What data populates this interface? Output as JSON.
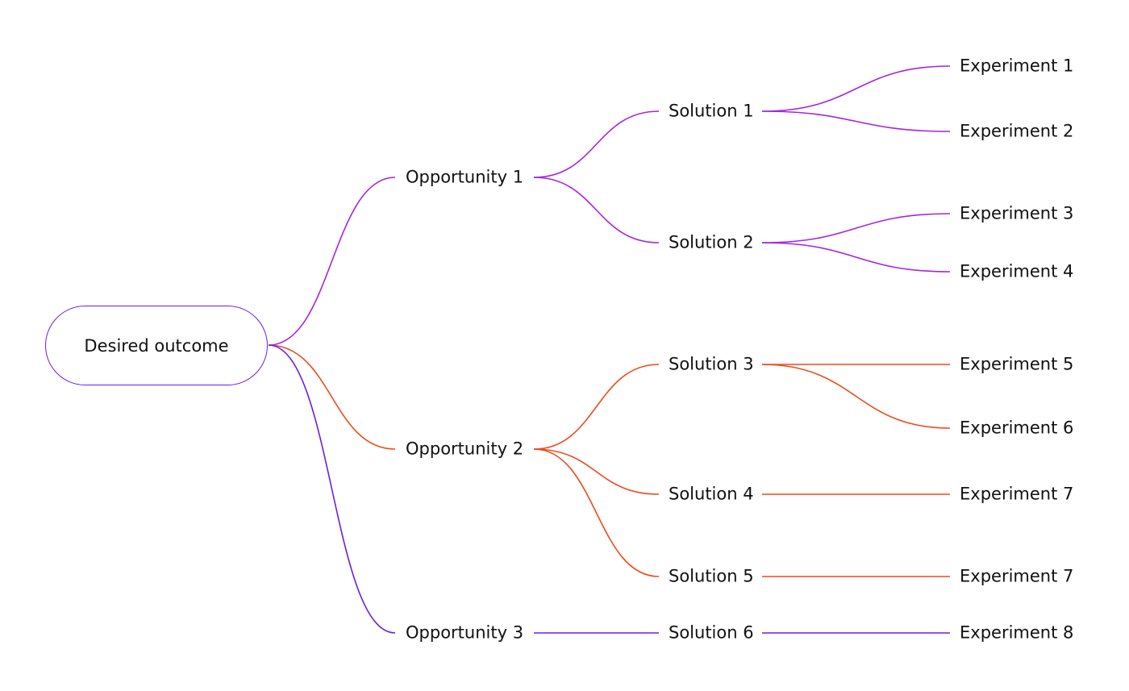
{
  "colors": {
    "purple": "#a523e0",
    "orange": "#ec4a1c",
    "violet": "#6a1ee8"
  },
  "root": {
    "label": "Desired outcome"
  },
  "opportunities": [
    {
      "id": "o1",
      "label": "Opportunity 1",
      "color": "purple"
    },
    {
      "id": "o2",
      "label": "Opportunity 2",
      "color": "orange"
    },
    {
      "id": "o3",
      "label": "Opportunity 3",
      "color": "violet"
    }
  ],
  "solutions": [
    {
      "id": "s1",
      "label": "Solution 1",
      "parent": "o1"
    },
    {
      "id": "s2",
      "label": "Solution 2",
      "parent": "o1"
    },
    {
      "id": "s3",
      "label": "Solution 3",
      "parent": "o2"
    },
    {
      "id": "s4",
      "label": "Solution 4",
      "parent": "o2"
    },
    {
      "id": "s5",
      "label": "Solution 5",
      "parent": "o2"
    },
    {
      "id": "s6",
      "label": "Solution 6",
      "parent": "o3"
    }
  ],
  "experiments": [
    {
      "id": "e1",
      "label": "Experiment 1",
      "parent": "s1"
    },
    {
      "id": "e2",
      "label": "Experiment 2",
      "parent": "s1"
    },
    {
      "id": "e3",
      "label": "Experiment 3",
      "parent": "s2"
    },
    {
      "id": "e4",
      "label": "Experiment 4",
      "parent": "s2"
    },
    {
      "id": "e5",
      "label": "Experiment 5",
      "parent": "s3"
    },
    {
      "id": "e6",
      "label": "Experiment 6",
      "parent": "s3"
    },
    {
      "id": "e7",
      "label": "Experiment 7",
      "parent": "s4"
    },
    {
      "id": "e7b",
      "label": "Experiment 7",
      "parent": "s5"
    },
    {
      "id": "e8",
      "label": "Experiment 8",
      "parent": "s6"
    }
  ]
}
